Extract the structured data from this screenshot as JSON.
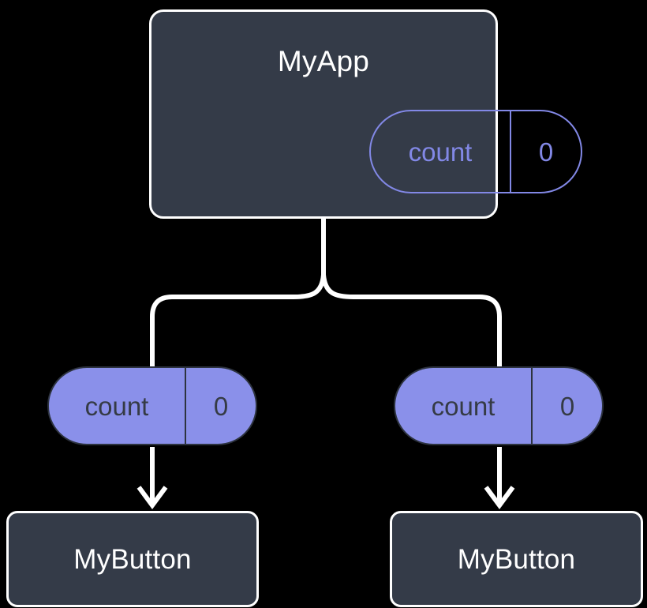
{
  "diagram": {
    "type": "component-tree",
    "background_color": "#000000",
    "palette": {
      "node_fill": "#343b48",
      "node_border": "#ffffff",
      "node_text": "#ffffff",
      "state_accent": "#8a90ea",
      "state_outline": "#8288e6",
      "state_text_dark": "#353b45",
      "edge_color": "#ffffff"
    },
    "root": {
      "title": "MyApp",
      "state": {
        "key": "count",
        "value": "0",
        "style": "outlined"
      }
    },
    "children": [
      {
        "state": {
          "key": "count",
          "value": "0",
          "style": "filled"
        },
        "title": "MyButton"
      },
      {
        "state": {
          "key": "count",
          "value": "0",
          "style": "filled"
        },
        "title": "MyButton"
      }
    ],
    "edges": {
      "branch_label": "",
      "arrow_head": "chevron-down-arrowhead"
    }
  }
}
